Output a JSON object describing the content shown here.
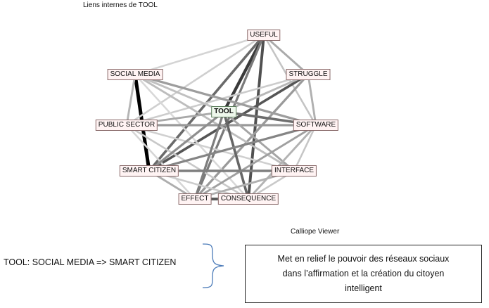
{
  "graph": {
    "title": "Liens internes de TOOL",
    "nodes": [
      {
        "id": "tool",
        "label": "TOOL",
        "center": true
      },
      {
        "id": "useful",
        "label": "USEFUL"
      },
      {
        "id": "social-media",
        "label": "SOCIAL MEDIA"
      },
      {
        "id": "struggle",
        "label": "STRUGGLE"
      },
      {
        "id": "public-sector",
        "label": "PUBLIC SECTOR"
      },
      {
        "id": "software",
        "label": "SOFTWARE"
      },
      {
        "id": "smart-citizen",
        "label": "SMART CITIZEN"
      },
      {
        "id": "interface",
        "label": "INTERFACE"
      },
      {
        "id": "effect",
        "label": "EFFECT"
      },
      {
        "id": "consequence",
        "label": "CONSEQUENCE"
      }
    ],
    "edges": [
      {
        "from": "social-media",
        "to": "smart-citizen",
        "strength": 1.0,
        "color": "#000000"
      },
      {
        "from": "useful",
        "to": "tool",
        "strength": 0.8,
        "color": "#3a3a3a"
      },
      {
        "from": "useful",
        "to": "consequence",
        "strength": 0.7,
        "color": "#505050"
      },
      {
        "from": "useful",
        "to": "smart-citizen",
        "strength": 0.6,
        "color": "#6a6a6a"
      },
      {
        "from": "useful",
        "to": "effect",
        "strength": 0.5,
        "color": "#7a7a7a"
      },
      {
        "from": "useful",
        "to": "social-media",
        "strength": 0.3,
        "color": "#d4d4d4"
      },
      {
        "from": "useful",
        "to": "struggle",
        "strength": 0.4,
        "color": "#aaaaaa"
      },
      {
        "from": "useful",
        "to": "public-sector",
        "strength": 0.3,
        "color": "#cfcfcf"
      },
      {
        "from": "useful",
        "to": "software",
        "strength": 0.3,
        "color": "#c4c4c4"
      },
      {
        "from": "struggle",
        "to": "smart-citizen",
        "strength": 0.6,
        "color": "#555555"
      },
      {
        "from": "struggle",
        "to": "public-sector",
        "strength": 0.3,
        "color": "#cccccc"
      },
      {
        "from": "struggle",
        "to": "effect",
        "strength": 0.5,
        "color": "#9a9a9a"
      },
      {
        "from": "struggle",
        "to": "software",
        "strength": 0.4,
        "color": "#b0b0b0"
      },
      {
        "from": "struggle",
        "to": "tool",
        "strength": 0.4,
        "color": "#b8b8b8"
      },
      {
        "from": "social-media",
        "to": "software",
        "strength": 0.5,
        "color": "#9d9d9d"
      },
      {
        "from": "social-media",
        "to": "interface",
        "strength": 0.4,
        "color": "#bdbdbd"
      },
      {
        "from": "social-media",
        "to": "consequence",
        "strength": 0.3,
        "color": "#d8d8d8"
      },
      {
        "from": "social-media",
        "to": "public-sector",
        "strength": 0.4,
        "color": "#b5b5b5"
      },
      {
        "from": "social-media",
        "to": "tool",
        "strength": 0.4,
        "color": "#c0c0c0"
      },
      {
        "from": "public-sector",
        "to": "software",
        "strength": 0.5,
        "color": "#999999"
      },
      {
        "from": "public-sector",
        "to": "tool",
        "strength": 0.4,
        "color": "#a9a9a9"
      },
      {
        "from": "public-sector",
        "to": "interface",
        "strength": 0.3,
        "color": "#d0d0d0"
      },
      {
        "from": "public-sector",
        "to": "consequence",
        "strength": 0.3,
        "color": "#c8c8c8"
      },
      {
        "from": "public-sector",
        "to": "effect",
        "strength": 0.3,
        "color": "#d6d6d6"
      },
      {
        "from": "tool",
        "to": "software",
        "strength": 0.6,
        "color": "#6e6e6e"
      },
      {
        "from": "tool",
        "to": "consequence",
        "strength": 0.6,
        "color": "#666666"
      },
      {
        "from": "tool",
        "to": "effect",
        "strength": 0.5,
        "color": "#7e7e7e"
      },
      {
        "from": "tool",
        "to": "smart-citizen",
        "strength": 0.5,
        "color": "#8e8e8e"
      },
      {
        "from": "tool",
        "to": "interface",
        "strength": 0.4,
        "color": "#a5a5a5"
      },
      {
        "from": "software",
        "to": "smart-citizen",
        "strength": 0.5,
        "color": "#858585"
      },
      {
        "from": "software",
        "to": "effect",
        "strength": 0.4,
        "color": "#a0a0a0"
      },
      {
        "from": "software",
        "to": "interface",
        "strength": 0.3,
        "color": "#c6c6c6"
      },
      {
        "from": "software",
        "to": "consequence",
        "strength": 0.4,
        "color": "#b3b3b3"
      },
      {
        "from": "smart-citizen",
        "to": "interface",
        "strength": 0.6,
        "color": "#7f7f7f"
      },
      {
        "from": "smart-citizen",
        "to": "effect",
        "strength": 0.4,
        "color": "#aeaeae"
      },
      {
        "from": "smart-citizen",
        "to": "consequence",
        "strength": 0.3,
        "color": "#cccccc"
      },
      {
        "from": "interface",
        "to": "effect",
        "strength": 0.4,
        "color": "#b0b0b0"
      },
      {
        "from": "interface",
        "to": "consequence",
        "strength": 0.3,
        "color": "#c9c9c9"
      },
      {
        "from": "effect",
        "to": "consequence",
        "strength": 0.7,
        "color": "#5a5a5a"
      }
    ]
  },
  "viewer": {
    "label": "Calliope Viewer"
  },
  "annotation": {
    "rule": "TOOL: SOCIAL MEDIA => SMART CITIZEN",
    "description_lines": [
      "Met en relief le pouvoir des réseaux sociaux",
      "dans l’affirmation et la création du citoyen",
      "intelligent"
    ]
  }
}
